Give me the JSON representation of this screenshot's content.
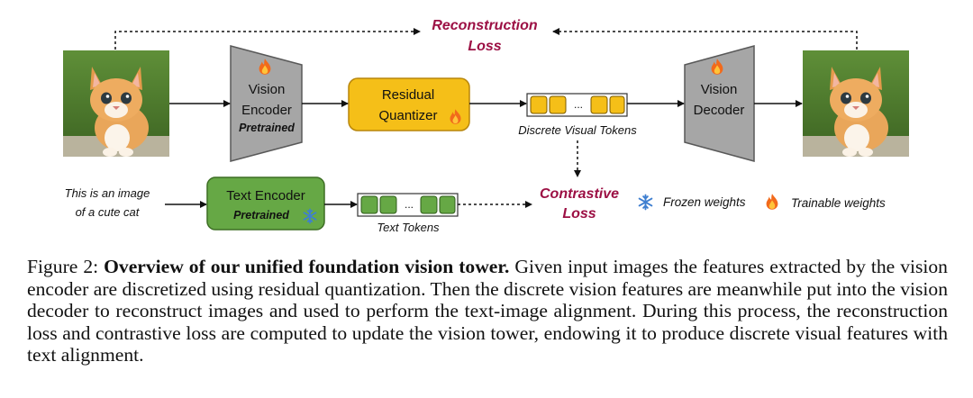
{
  "diagram": {
    "vision_encoder": {
      "line1": "Vision",
      "line2": "Encoder",
      "tag": "Pretrained"
    },
    "residual_quantizer": {
      "line1": "Residual",
      "line2": "Quantizer"
    },
    "vision_decoder": {
      "line1": "Vision",
      "line2": "Decoder"
    },
    "reconstruction_loss": {
      "line1": "Reconstruction",
      "line2": "Loss"
    },
    "discrete_visual_tokens": {
      "label": "Discrete Visual Tokens",
      "ellipsis": "..."
    },
    "text_input": {
      "line1": "This is an image",
      "line2": "of a cute cat"
    },
    "text_encoder": {
      "line1": "Text Encoder",
      "tag": "Pretrained"
    },
    "text_tokens": {
      "label": "Text Tokens",
      "ellipsis": "..."
    },
    "contrastive_loss": {
      "line1": "Contrastive",
      "line2": "Loss"
    },
    "legend": {
      "frozen": "Frozen weights",
      "trainable": "Trainable weights"
    },
    "icons": {
      "input_image": "kitten-photo",
      "output_image": "kitten-photo",
      "trainable": "fire-icon",
      "frozen": "snowflake-icon"
    },
    "colors": {
      "encoder_gray": "#a6a6a6",
      "quantizer_orange": "#f5bf18",
      "text_encoder_green": "#66a845",
      "loss_red": "#9c1044"
    }
  },
  "caption": {
    "figure_label": "Figure 2:",
    "bold_title": "Overview of our unified foundation vision tower.",
    "body": "Given input images the features extracted by the vision encoder are discretized using residual quantization. Then the discrete vision features are meanwhile put into the vision decoder to reconstruct images and used to perform the text-image alignment. During this process, the reconstruction loss and contrastive loss are computed to update the vision tower, endowing it to produce discrete visual features with text alignment."
  }
}
